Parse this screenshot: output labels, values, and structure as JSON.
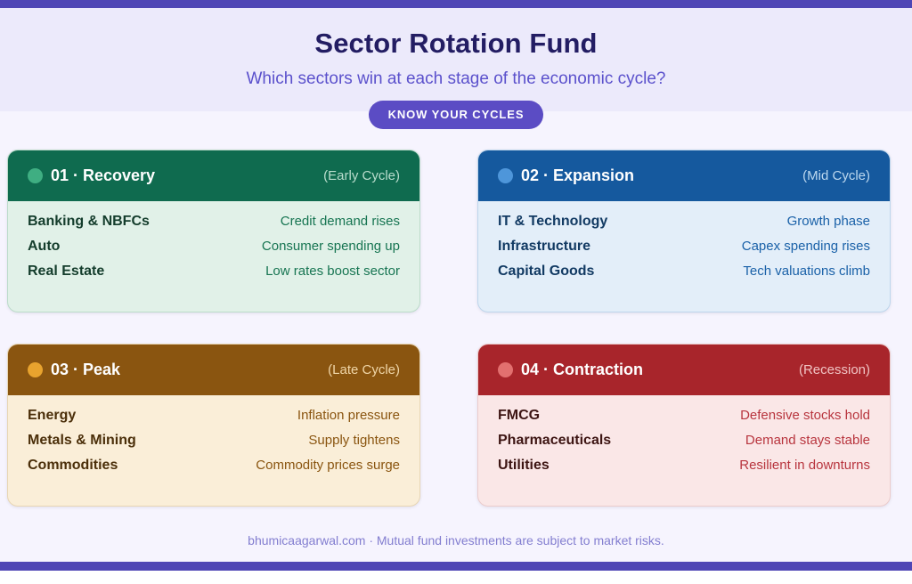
{
  "header": {
    "title": "Sector Rotation Fund",
    "subtitle": "Which sectors win at each stage of the economic cycle?",
    "badge_label": "KNOW YOUR CYCLES"
  },
  "theme": {
    "accent_bar": "#4f46b5",
    "page_background": "#f6f4fe",
    "header_background": "#eceafb",
    "title_color": "#231d63",
    "subtitle_color": "#5b51cc",
    "badge_background": "#5b4cc4",
    "footer_color": "#837ed0"
  },
  "cards": [
    {
      "number": "01",
      "title": "01 · Recovery",
      "stage": "Recovery",
      "phase": "(Early Cycle)",
      "colors": {
        "header_bg": "#0f6b4f",
        "body_bg": "#e1f1e8",
        "dot": "#3fae82",
        "label": "#143d2c",
        "value": "#177552",
        "phase": "#b9ddcd",
        "border": "#bcdcca"
      },
      "rows": [
        {
          "label": "Banking & NBFCs",
          "value": "Credit demand rises"
        },
        {
          "label": "Auto",
          "value": "Consumer spending up"
        },
        {
          "label": "Real Estate",
          "value": "Low rates boost sector"
        }
      ]
    },
    {
      "number": "02",
      "title": "02 · Expansion",
      "stage": "Expansion",
      "phase": "(Mid Cycle)",
      "colors": {
        "header_bg": "#15599e",
        "body_bg": "#e3eef9",
        "dot": "#4e96da",
        "label": "#123a63",
        "value": "#1a61a8",
        "phase": "#bcd8ef",
        "border": "#bed6ec"
      },
      "rows": [
        {
          "label": "IT & Technology",
          "value": "Growth phase"
        },
        {
          "label": "Infrastructure",
          "value": "Capex spending rises"
        },
        {
          "label": "Capital Goods",
          "value": "Tech valuations climb"
        }
      ]
    },
    {
      "number": "03",
      "title": "03 · Peak",
      "stage": "Peak",
      "phase": "(Late Cycle)",
      "colors": {
        "header_bg": "#8a5510",
        "body_bg": "#faeed8",
        "dot": "#e8a32e",
        "label": "#4b2f0a",
        "value": "#8a5510",
        "phase": "#f0d6a8",
        "border": "#e8d6b4"
      },
      "rows": [
        {
          "label": "Energy",
          "value": "Inflation pressure"
        },
        {
          "label": "Metals & Mining",
          "value": "Supply tightens"
        },
        {
          "label": "Commodities",
          "value": "Commodity prices surge"
        }
      ]
    },
    {
      "number": "04",
      "title": "04 · Contraction",
      "stage": "Contraction",
      "phase": "(Recession)",
      "colors": {
        "header_bg": "#a8252b",
        "body_bg": "#fae7e7",
        "dot": "#e2706f",
        "label": "#3d1513",
        "value": "#b8353e",
        "phase": "#f0c3c3",
        "border": "#eccccc"
      },
      "rows": [
        {
          "label": "FMCG",
          "value": "Defensive stocks hold"
        },
        {
          "label": "Pharmaceuticals",
          "value": "Demand stays stable"
        },
        {
          "label": "Utilities",
          "value": "Resilient in downturns"
        }
      ]
    }
  ],
  "footer": {
    "text": "bhumicaagarwal.com · Mutual fund investments are subject to market risks."
  }
}
